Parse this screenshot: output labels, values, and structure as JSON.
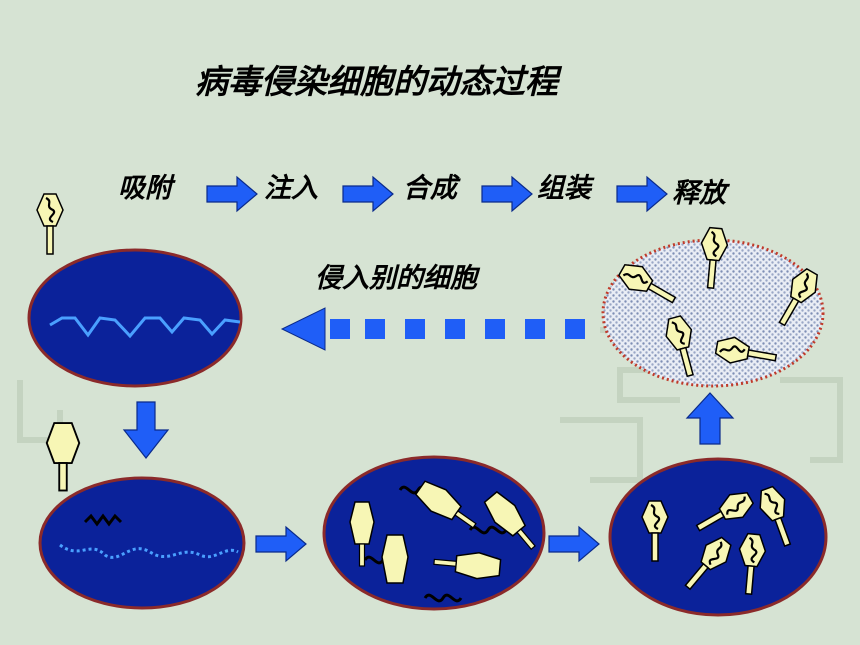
{
  "title": "病毒侵染细胞的动态过程",
  "steps": [
    "吸附",
    "注入",
    "合成",
    "组装",
    "释放"
  ],
  "reinfect_label": "侵入别的细胞",
  "colors": {
    "background": "#d6e3d3",
    "cell_fill": "#0b229a",
    "cell_border": "#8b2a2a",
    "arrow_fill": "#1f5ef7",
    "virus_fill": "#f7f6b5",
    "dna_line": "#4aa0ff",
    "lysed_cell": "#b8c3d8"
  }
}
